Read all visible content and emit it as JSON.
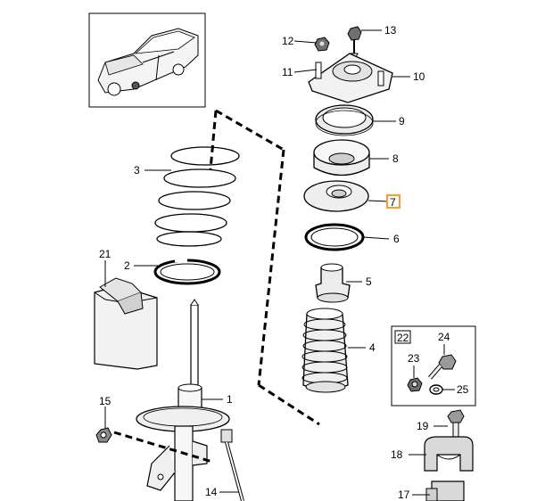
{
  "callouts": {
    "c1": "1",
    "c2": "2",
    "c3": "3",
    "c4": "4",
    "c5": "5",
    "c6": "6",
    "c7": "7",
    "c8": "8",
    "c9": "9",
    "c10": "10",
    "c11": "11",
    "c12": "12",
    "c13": "13",
    "c14": "14",
    "c15": "15",
    "c17": "17",
    "c18": "18",
    "c19": "19",
    "c21": "21",
    "c22": "22",
    "c23": "23",
    "c24": "24",
    "c25": "25"
  },
  "highlight": {
    "label": "7",
    "color": "#e8a33d"
  },
  "colors": {
    "line": "#000000",
    "shade": "#d9d9d9",
    "dark": "#6f6f6f"
  }
}
